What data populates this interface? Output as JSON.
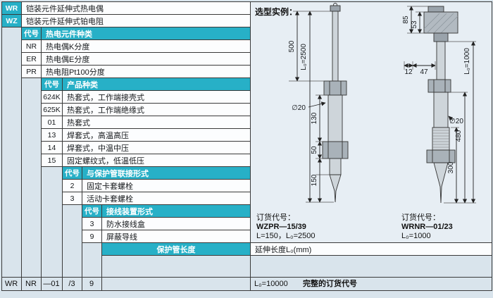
{
  "colors": {
    "cyan": "#27b0c7",
    "bg": "#d9e4ec",
    "panel_bg": "#e7eef4",
    "line": "#3a3a3a"
  },
  "table": {
    "top_rows": [
      {
        "code": "WR",
        "label": "铠装元件延伸式热电偶"
      },
      {
        "code": "WZ",
        "label": "铠装元件延伸式铂电阻"
      }
    ],
    "sections": [
      {
        "header": {
          "code": "代号",
          "label": "热电元件种类"
        },
        "rows": [
          {
            "code": "NR",
            "label": "热电偶K分度"
          },
          {
            "code": "ER",
            "label": "热电偶E分度"
          },
          {
            "code": "PR",
            "label": "热电阻Pt100分度"
          }
        ]
      },
      {
        "header": {
          "code": "代号",
          "label": "产品种类"
        },
        "rows": [
          {
            "code": "624K",
            "label": "热套式，工作端接壳式"
          },
          {
            "code": "625K",
            "label": "热套式，工作端绝缘式"
          },
          {
            "code": "01",
            "label": "热套式"
          },
          {
            "code": "13",
            "label": "焊套式，高温高压"
          },
          {
            "code": "14",
            "label": "焊套式，中温中压"
          },
          {
            "code": "15",
            "label": "固定螺纹式，低温低压"
          }
        ]
      },
      {
        "header": {
          "code": "代号",
          "label": "与保护管联接形式"
        },
        "rows": [
          {
            "code": "2",
            "label": "固定卡套螺栓"
          },
          {
            "code": "3",
            "label": "活动卡套螺栓"
          }
        ]
      },
      {
        "header": {
          "code": "代号",
          "label": "接线装置形式"
        },
        "rows": [
          {
            "code": "3",
            "label": "防水接线盒"
          },
          {
            "code": "9",
            "label": "屏蔽导线"
          }
        ]
      }
    ],
    "length_row": {
      "label": "保护管长度",
      "value": "延伸长度L₀(mm)"
    }
  },
  "example": {
    "title": "选型实例：",
    "left": {
      "dim_flex": "500",
      "dim_total": "L₀=2500",
      "dia": "∅20",
      "dim_seg1": "130",
      "dim_seg2": "50",
      "dim_seg3": "150",
      "order_label": "订货代号：",
      "order_code": "WZPR—15/39",
      "order_detail": "L=150，L₀=2500"
    },
    "right": {
      "dim_head_h": "85",
      "dim_head_b": "53",
      "dim_off1": "12",
      "dim_off2": "47",
      "dim_total": "L₀=1000",
      "dia": "∅20",
      "dim_lower": "300",
      "dim_insert": "480",
      "order_label": "订货代号：",
      "order_code": "WRNR—01/23",
      "order_detail": "L₀=1000"
    }
  },
  "footer": {
    "code_1": "WR",
    "code_2": "NR",
    "code_3": "—01",
    "code_4": "/3",
    "code_5": "9",
    "length": "L₀=10000",
    "label": "完整的订货代号"
  }
}
